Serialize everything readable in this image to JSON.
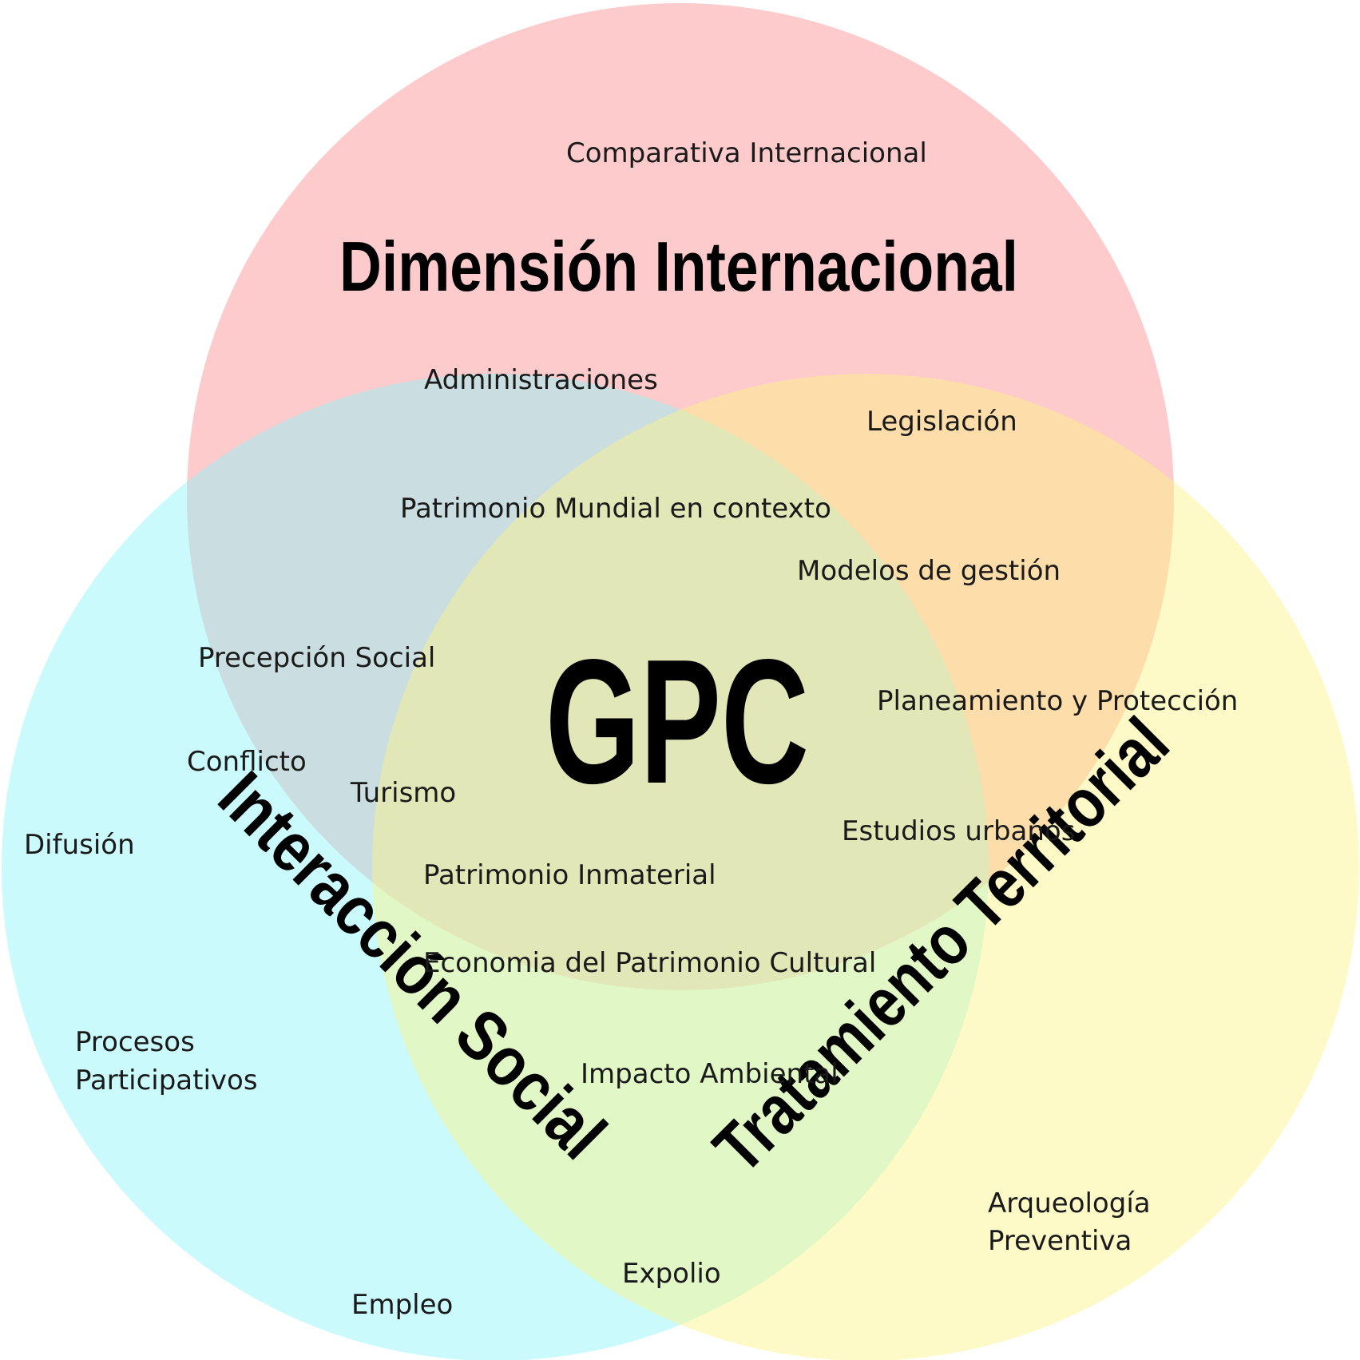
{
  "circles": [
    {
      "name": "dimension-internacional",
      "color": "#fb8c8c"
    },
    {
      "name": "interaccion-social",
      "color": "#8cf5fa"
    },
    {
      "name": "tratamiento-territorial",
      "color": "#fcf582"
    }
  ],
  "titles": {
    "dimension": "Dimensión Internacional",
    "interaccion": "Interacción Social",
    "tratamiento": "Tratamiento Territorial",
    "core": "GPC"
  },
  "topics": {
    "comparativa": "Comparativa Internacional",
    "administraciones": "Administraciones",
    "legislacion": "Legislación",
    "patrimonio_mundial": "Patrimonio Mundial en contexto",
    "modelos": "Modelos de gestión",
    "precepcion": "Precepción Social",
    "planeamiento": "Planeamiento y Protección",
    "conflicto": "Conflicto",
    "turismo": "Turismo",
    "estudios": "Estudios urbanos",
    "difusion": "Difusión",
    "inmaterial": "Patrimonio Inmaterial",
    "economia": "Economia del Patrimonio Cultural",
    "procesos_1": "Procesos",
    "procesos_2": "Participativos",
    "impacto": "Impacto Ambiental",
    "arqueologia_1": "Arqueología",
    "arqueologia_2": "Preventiva",
    "expolio": "Expolio",
    "empleo": "Empleo"
  }
}
